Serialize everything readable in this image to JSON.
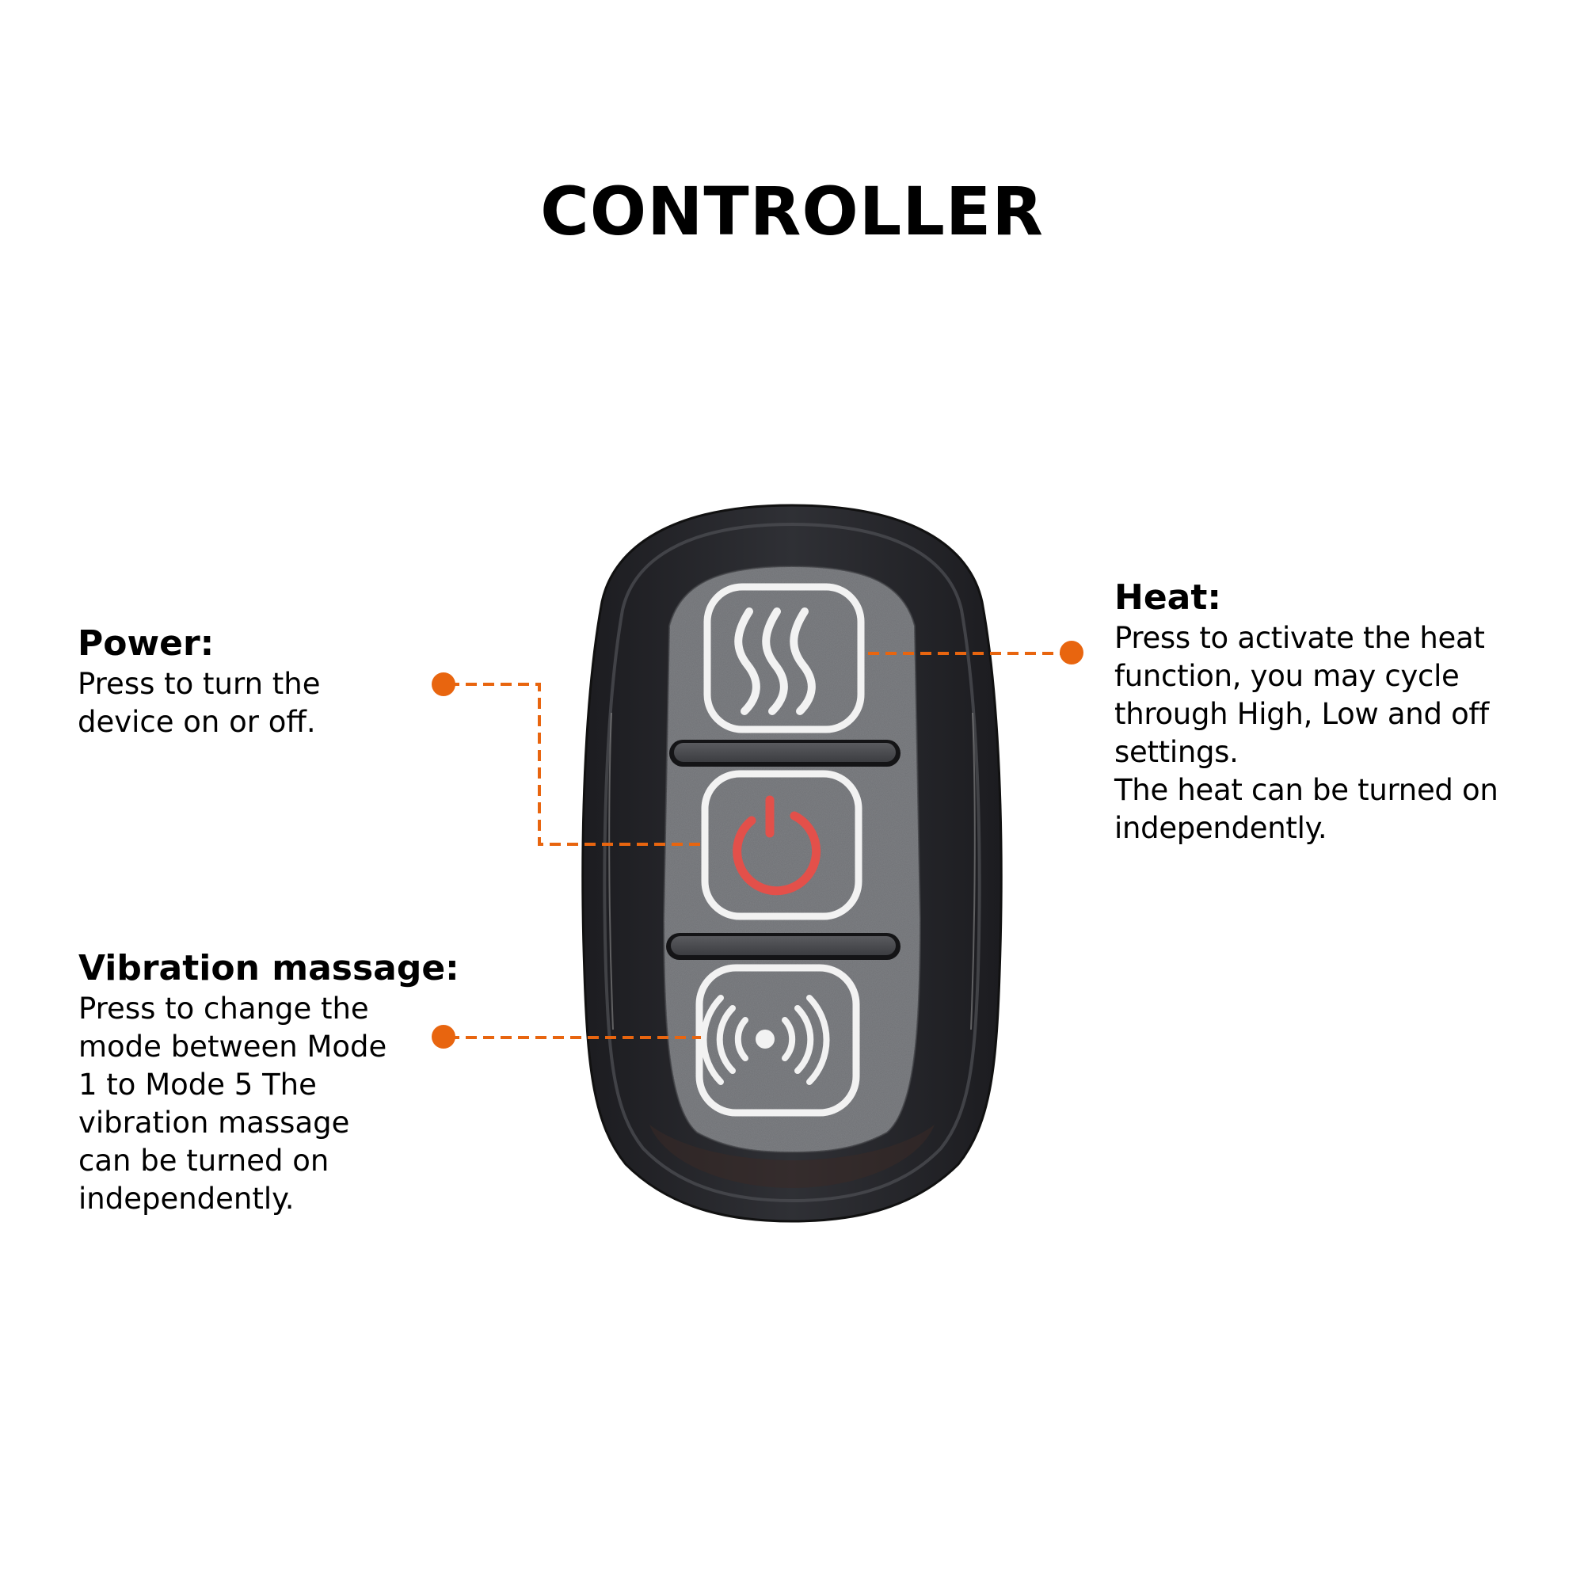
{
  "page": {
    "title": "CONTROLLER"
  },
  "callouts": {
    "power": {
      "heading": "Power:",
      "body": "Press to turn the\ndevice on or off."
    },
    "heat": {
      "heading": "Heat:",
      "body": "Press to activate the heat\nfunction, you may cycle\nthrough High, Low and off\nsettings.\nThe heat can be turned on\nindependently."
    },
    "vibration": {
      "heading": "Vibration massage:",
      "body": "Press to change the\nmode between Mode\n1 to Mode 5 The\nvibration massage\ncan be turned on\nindependently."
    }
  },
  "controller": {
    "buttons": [
      {
        "name": "heat",
        "icon": "heat-waves-icon"
      },
      {
        "name": "power",
        "icon": "power-icon"
      },
      {
        "name": "vibration",
        "icon": "vibration-icon"
      }
    ]
  },
  "colors": {
    "accent": "#e8650f",
    "power_icon": "#e3504a",
    "body": "#2b2b2f",
    "panel": "#6c6e72",
    "icon_outline": "#f2f2f2"
  }
}
